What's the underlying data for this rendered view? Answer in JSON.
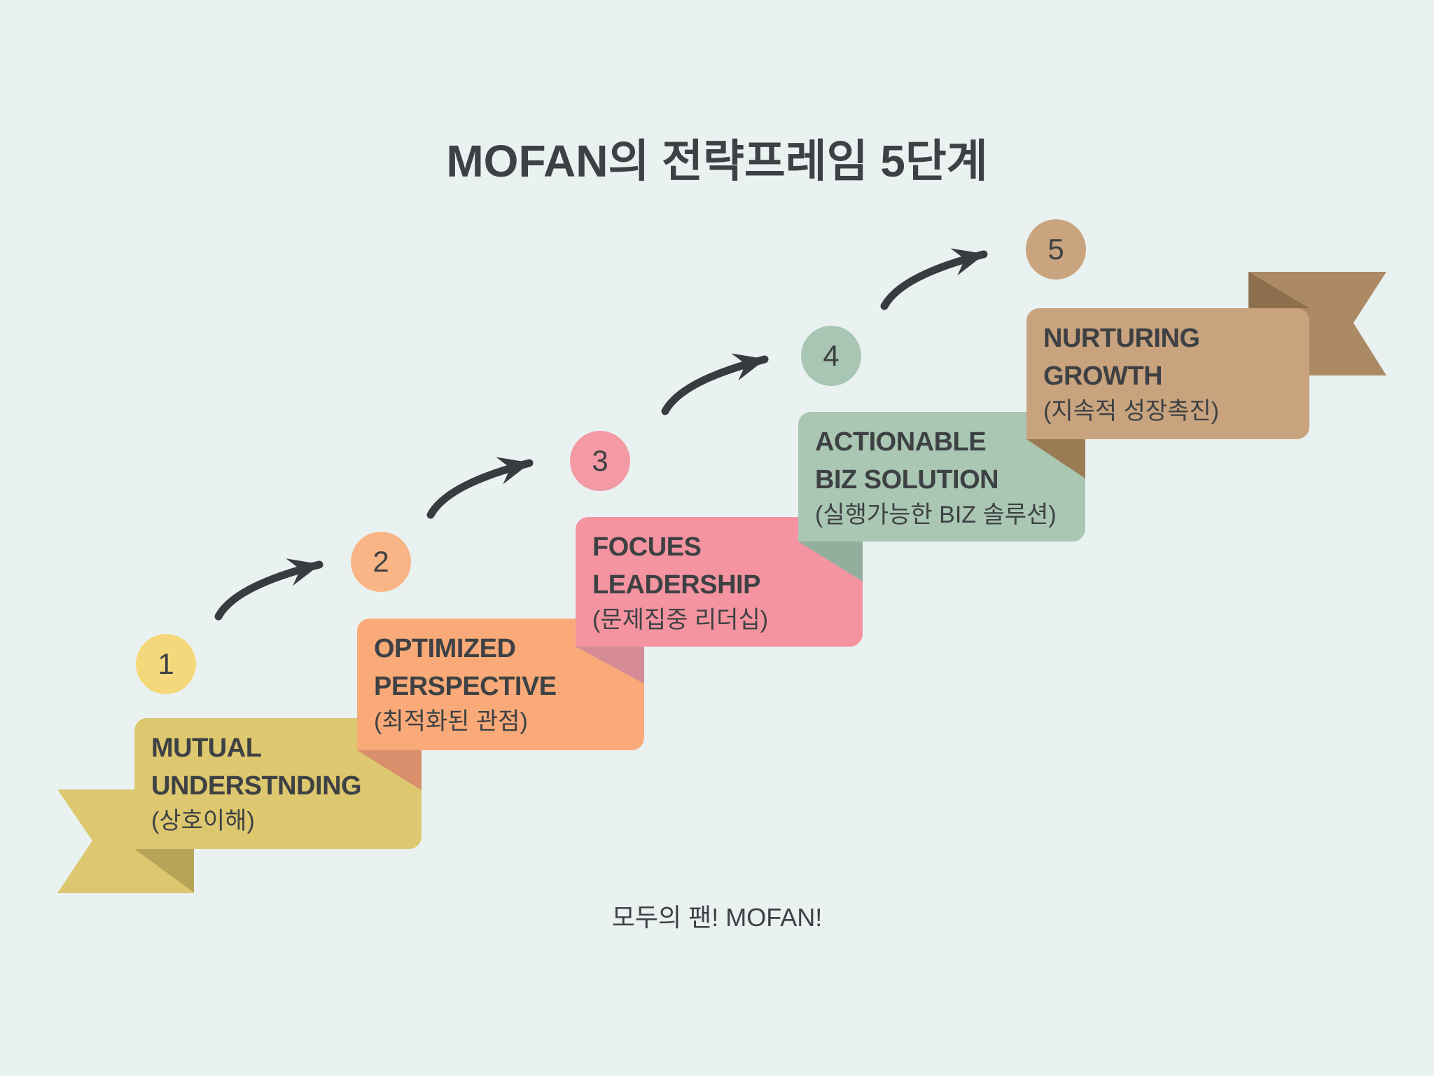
{
  "title": "MOFAN의 전략프레임 5단계",
  "caption": "모두의 팬! MOFAN!",
  "colors": {
    "background": "#e9f2f1",
    "text": "#3e4144",
    "arrow": "#393c3e",
    "ribbon_left": "#ddc76f",
    "ribbon_left_fold": "#b7a458",
    "ribbon_right": "#ab8a65",
    "ribbon_right_fold": "#8d6f4e"
  },
  "steps": [
    {
      "num": "1",
      "title_line1": "MUTUAL",
      "title_line2": "UNDERSTNDING",
      "subtitle": "(상호이해)",
      "block_color": "#ddc76f",
      "circle_color": "#f5d87b",
      "fold_color": "#b7a458"
    },
    {
      "num": "2",
      "title_line1": "OPTIMIZED",
      "title_line2": "PERSPECTIVE",
      "subtitle": "(최적화된 관점)",
      "block_color": "#f9aa78",
      "circle_color": "#f9b585",
      "fold_color": "#d98e6c"
    },
    {
      "num": "3",
      "title_line1": "FOCUES",
      "title_line2": "LEADERSHIP",
      "subtitle": "(문제집중 리더십)",
      "block_color": "#f494a0",
      "circle_color": "#f49aa5",
      "fold_color": "#d48b95"
    },
    {
      "num": "4",
      "title_line1": "ACTIONABLE",
      "title_line2": "BIZ SOLUTION",
      "subtitle": "(실행가능한 BIZ 솔루션)",
      "block_color": "#aac7b4",
      "circle_color": "#a8c6b3",
      "fold_color": "#92af9e"
    },
    {
      "num": "5",
      "title_line1": "NURTURING",
      "title_line2": "GROWTH",
      "subtitle": "(지속적 성장촉진)",
      "block_color": "#c8a37e",
      "circle_color": "#c9a47e",
      "fold_color": "#9b7b54"
    }
  ]
}
